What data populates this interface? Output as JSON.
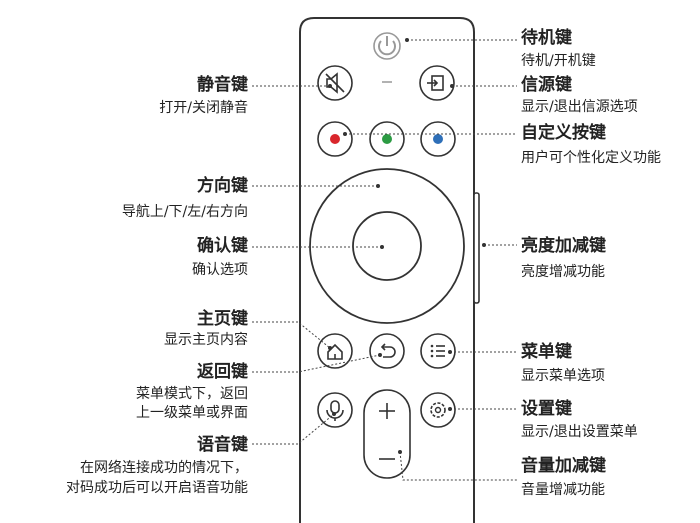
{
  "labels": {
    "standby": {
      "title": "待机键",
      "desc": "待机/开机键"
    },
    "source": {
      "title": "信源键",
      "desc": "显示/退出信源选项"
    },
    "custom": {
      "title": "自定义按键",
      "desc": "用户可个性化定义功能"
    },
    "brightness": {
      "title": "亮度加减键",
      "desc": "亮度增减功能"
    },
    "menu": {
      "title": "菜单键",
      "desc": "显示菜单选项"
    },
    "settings": {
      "title": "设置键",
      "desc": "显示/退出设置菜单"
    },
    "volume": {
      "title": "音量加减键",
      "desc": "音量增减功能"
    },
    "mute": {
      "title": "静音键",
      "desc": "打开/关闭静音"
    },
    "direction": {
      "title": "方向键",
      "desc": "导航上/下/左/右方向"
    },
    "ok": {
      "title": "确认键",
      "desc": "确认选项"
    },
    "home": {
      "title": "主页键",
      "desc": "显示主页内容"
    },
    "back": {
      "title": "返回键",
      "desc_lines": [
        "菜单模式下，返回",
        "上一级菜单或界面"
      ]
    },
    "voice": {
      "title": "语音键",
      "desc_lines": [
        "在网络连接成功的情况下，",
        "对码成功后可以开启语音功能"
      ]
    }
  },
  "remote": {
    "color_buttons": [
      "#d9262c",
      "#2c9b43",
      "#2e6fb8"
    ]
  }
}
